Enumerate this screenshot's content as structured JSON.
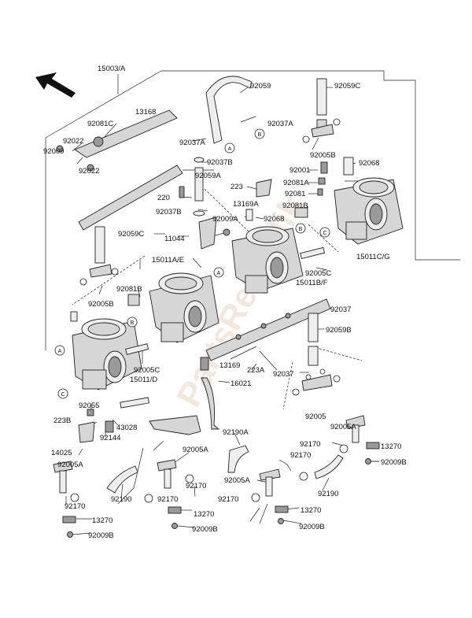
{
  "watermark": "PartsRepublik",
  "callout_letters": {
    "a": "A",
    "b": "B",
    "c": "C"
  },
  "labels": [
    "15003/A",
    "92059",
    "92059C",
    "13168",
    "92081C",
    "92037A",
    "92022",
    "92009",
    "92022",
    "92037A",
    "92037B",
    "92005B",
    "92068",
    "92001",
    "92081A",
    "92081",
    "92059A",
    "223",
    "220",
    "13169A",
    "92081B",
    "92037B",
    "92068",
    "92009A",
    "92059C",
    "11044",
    "15011A/E",
    "15011C/G",
    "92005C",
    "15011B/F",
    "92005B",
    "92081B",
    "92037",
    "92059B",
    "13169",
    "223A",
    "92005C",
    "15011/D",
    "92037",
    "16021",
    "92055",
    "92005",
    "223B",
    "43028",
    "92005A",
    "92144",
    "92170",
    "13270",
    "14025",
    "92190A",
    "92170",
    "92009B",
    "92005A",
    "92005A",
    "92170",
    "92005A",
    "92190",
    "92190",
    "92170",
    "92170",
    "13270",
    "92170",
    "13270",
    "13270",
    "92009B",
    "92009B",
    "92009B"
  ]
}
